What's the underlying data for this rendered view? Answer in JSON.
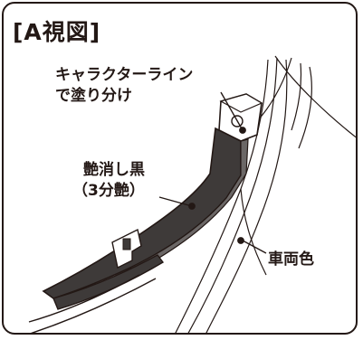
{
  "diagram": {
    "view_title": "[A視図]",
    "callouts": {
      "character_line": {
        "line1": "キャラクターライン",
        "line2": "で塗り分け"
      },
      "matte_black": {
        "line1": "艶消し黒",
        "line2": "（3分艶）"
      },
      "body_color": {
        "label": "車両色"
      }
    }
  },
  "colors": {
    "outline": "#231815",
    "part_fill": "#3e3a39",
    "part_highlight": "#6b6766",
    "body_fill": "#ffffff"
  }
}
